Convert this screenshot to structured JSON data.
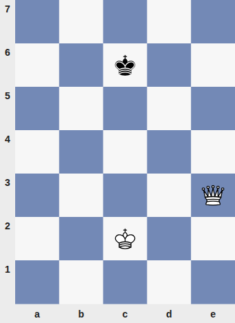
{
  "diagram": {
    "labels": [
      "7",
      "6",
      "5",
      "4",
      "3",
      "2",
      "1",
      "a",
      "b",
      "c",
      "d",
      "e"
    ]
  }
}
